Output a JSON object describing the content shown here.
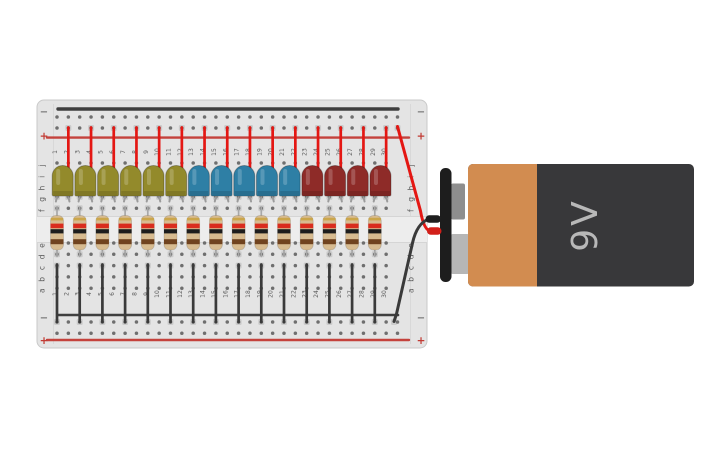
{
  "scene": {
    "background": "#ffffff",
    "description": "Breadboard circuit with 15 LEDs and resistors powered by a 9V battery"
  },
  "breadboard": {
    "rail_negative_symbol": "−",
    "rail_positive_symbol": "+",
    "row_letters_top": [
      "j",
      "i",
      "h",
      "g",
      "f"
    ],
    "row_letters_bottom": [
      "e",
      "d",
      "c",
      "b",
      "a"
    ],
    "column_numbers": [
      "1",
      "2",
      "3",
      "4",
      "5",
      "6",
      "7",
      "8",
      "9",
      "10",
      "11",
      "12",
      "13",
      "14",
      "15",
      "16",
      "17",
      "18",
      "19",
      "20",
      "21",
      "22",
      "23",
      "24",
      "25",
      "26",
      "27",
      "28",
      "29",
      "30"
    ],
    "colors": {
      "board": "#e4e4e4",
      "gap": "#ededed",
      "hole": "#6f6f6f",
      "pad": "#cbcbcb",
      "negative_line": "#3f3f3f",
      "positive_line": "#c4423c",
      "label": "#5a5a5a",
      "positive_label": "#c23b34"
    }
  },
  "leds": {
    "count": 15,
    "colors": [
      "yellow",
      "yellow",
      "yellow",
      "yellow",
      "yellow",
      "yellow",
      "blue",
      "blue",
      "blue",
      "blue",
      "blue",
      "red",
      "red",
      "red",
      "red"
    ],
    "body_hexes": {
      "yellow": "#938a2b",
      "blue": "#2e7fa5",
      "red": "#8e2b28"
    },
    "leg_hex": "#9c9c9c"
  },
  "resistors": {
    "count": 15,
    "band_colors_top_to_bottom": [
      "gold",
      "red",
      "black",
      "brown"
    ],
    "band_hexes": [
      "#c9a23f",
      "#d92c1e",
      "#1d1d1d",
      "#70431f"
    ],
    "body_hex": "#d7bb90",
    "lead_hex": "#a8a8a8"
  },
  "wires": {
    "positive_jumper_count": 15,
    "negative_jumper_count": 15,
    "red_hex": "#e41713",
    "black_hex": "#3a3a3a"
  },
  "battery": {
    "label": "9V",
    "body_dark_hex": "#38383a",
    "body_orange_hex": "#d28c50",
    "clip_hex": "#1d1d1d",
    "terminal_upper_hex": "#8e8e8e",
    "terminal_lower_hex": "#b6b6b6",
    "label_hex": "#b8b8b8",
    "positive_lead_hex": "#d2201a",
    "negative_lead_hex": "#1f1f1f"
  }
}
